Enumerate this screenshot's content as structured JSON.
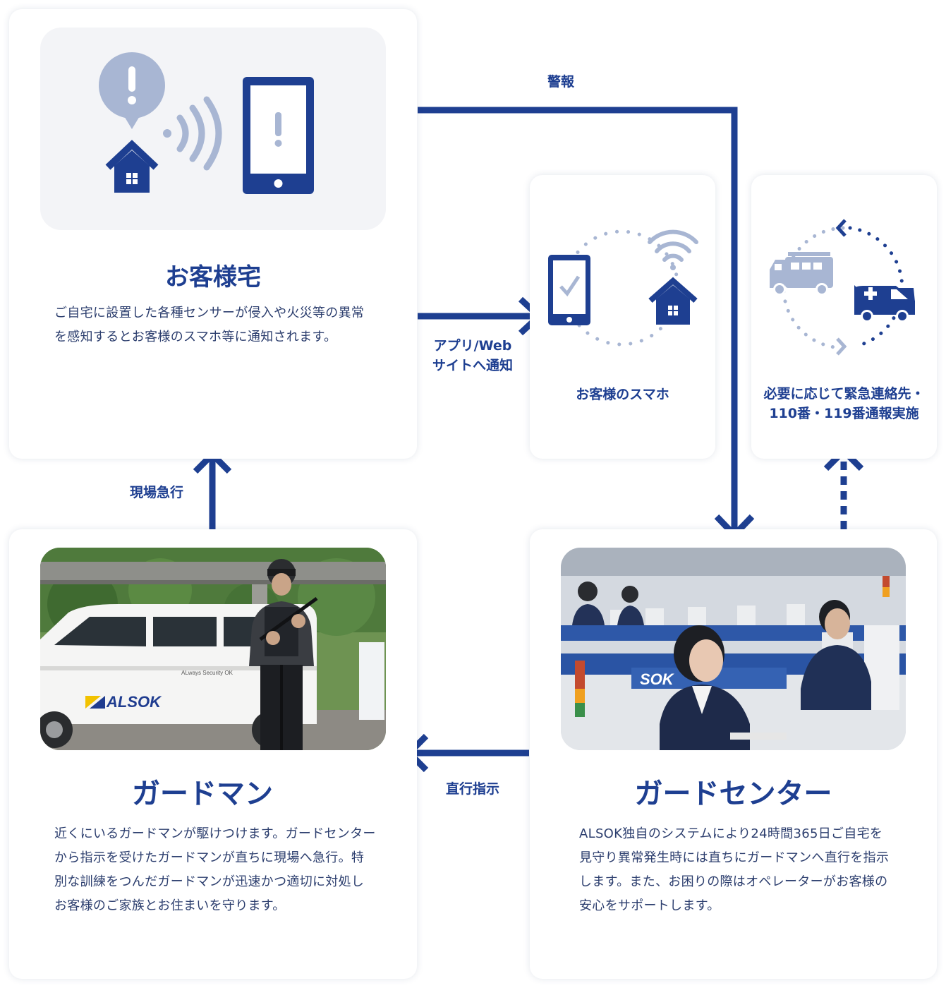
{
  "customer": {
    "title": "お客様宅",
    "description": "ご自宅に設置した各種センサーが侵入や火災等の異常を感知するとお客様のスマホ等に通知されます。"
  },
  "smartphone": {
    "title": "お客様のスマホ"
  },
  "emergency": {
    "title_line1": "必要に応じて緊急連絡先・",
    "title_line2": "110番・119番通報実施"
  },
  "guardman": {
    "title": "ガードマン",
    "description": "近くにいるガードマンが駆けつけます。ガードセンターから指示を受けたガードマンが直ちに現場へ急行。特別な訓練をつんだガードマンが迅速かつ適切に対処しお客様のご家族とお住まいを守ります。",
    "car_logo": "ALSOK",
    "car_slogan": "ALways Security OK"
  },
  "guard_center": {
    "title": "ガードセンター",
    "description": "ALSOK独自のシステムにより24時間365日ご自宅を見守り異常発生時には直ちにガードマンへ直行を指示します。また、お困りの際はオペレーターがお客様の安心をサポートします。",
    "wall_sign": "SOK"
  },
  "flows": {
    "alarm": "警報",
    "app_notify_line1": "アプリ/Web",
    "app_notify_line2": "サイトへ通知",
    "rush": "現場急行",
    "direct_order": "直行指示"
  },
  "colors": {
    "brand_blue": "#1e3f91",
    "light_blue": "#a8b6d3",
    "panel_gray": "#f3f4f7"
  }
}
